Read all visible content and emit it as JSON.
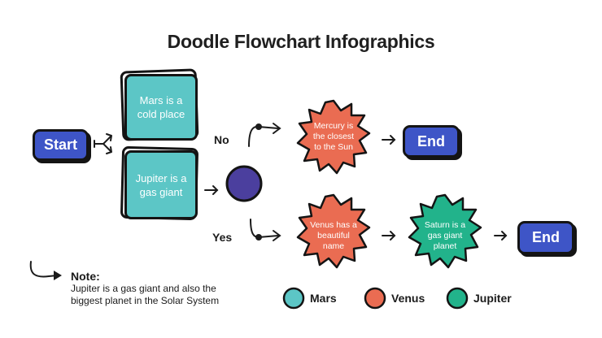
{
  "title": "Doodle Flowchart Infographics",
  "start": {
    "label": "Start"
  },
  "boxes": {
    "mars": "Mars is a cold place",
    "jupiter": "Jupiter is a gas giant"
  },
  "branches": {
    "no": "No",
    "yes": "Yes"
  },
  "stars": {
    "mercury": "Mercury is the closest to the Sun",
    "venus": "Venus has a beautiful name",
    "saturn": "Saturn is a gas giant planet"
  },
  "end_top": "End",
  "end_bottom": "End",
  "note": {
    "title": "Note:",
    "body": "Jupiter is a gas giant and also the biggest planet in the Solar System"
  },
  "legend": [
    {
      "label": "Mars",
      "color": "#5cc6c6"
    },
    {
      "label": "Venus",
      "color": "#ea6c52"
    },
    {
      "label": "Jupiter",
      "color": "#22b38b"
    }
  ],
  "colors": {
    "blue": "#3e55c7",
    "teal": "#5cc6c6",
    "orange": "#ea6c52",
    "green": "#22b38b",
    "purple": "#4b3f9e"
  }
}
